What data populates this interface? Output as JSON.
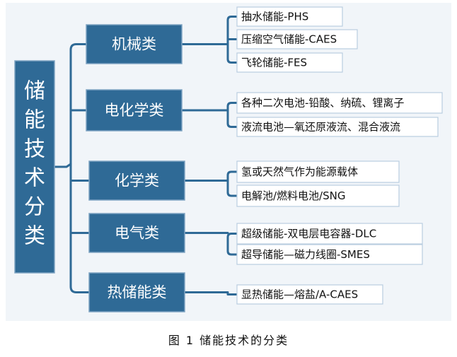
{
  "root": {
    "label_chars": [
      "储",
      "能",
      "技",
      "术",
      "分",
      "类"
    ]
  },
  "categories": [
    {
      "label": "机械类",
      "items": [
        "抽水储能-PHS",
        "压缩空气储能-CAES",
        "飞轮储能-FES"
      ]
    },
    {
      "label": "电化学类",
      "items": [
        "各种二次电池-铅酸、纳硫、锂离子",
        "液流电池—氧还原液流、混合液流"
      ]
    },
    {
      "label": "化学类",
      "items": [
        "氢或天然气作为能源载体",
        "电解池/燃料电池/SNG"
      ]
    },
    {
      "label": "电气类",
      "items": [
        "超级储能-双电层电容器-DLC",
        "超导储能—磁力线圈-SMES"
      ]
    },
    {
      "label": "热储能类",
      "items": [
        "显热储能—熔盐/A-CAES"
      ]
    }
  ],
  "caption": "图 1  储能技术的分类",
  "colors": {
    "category_fill": "#2f6a96",
    "bracket": "#2f6a96",
    "item_border": "#b9cde0"
  }
}
